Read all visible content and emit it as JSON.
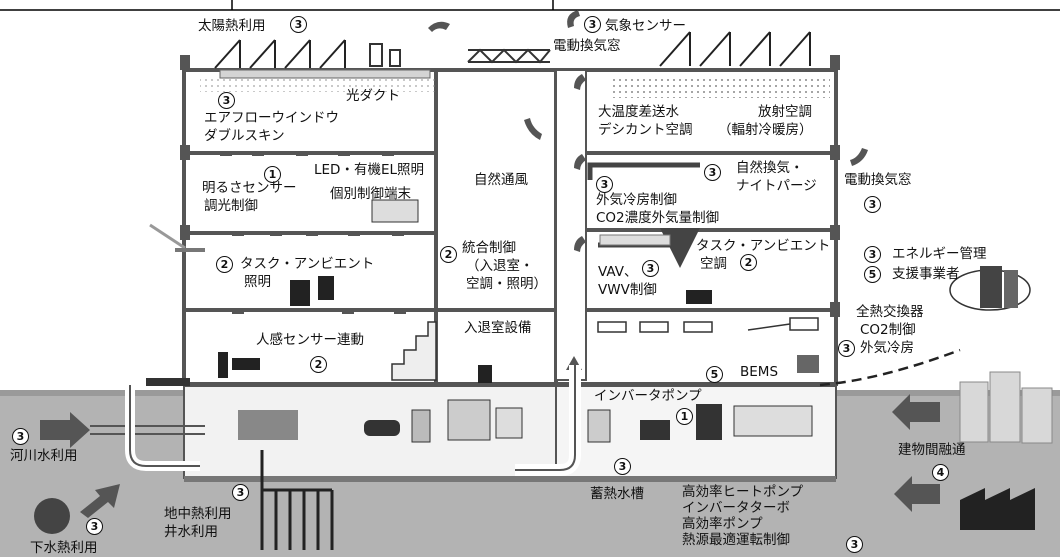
{
  "labels": {
    "solar_heat": "太陽熱利用",
    "weather_sensor": "気象センサー",
    "motor_window_top": "電動換気窓",
    "light_duct": "光ダクト",
    "airflow_window_1": "エアフローウインドウ",
    "airflow_window_2": "ダブルスキン",
    "large_temp_diff": "大温度差送水",
    "desiccant": "デシカント空調",
    "radiant_1": "放射空調",
    "radiant_2": "（輻射冷暖房）",
    "led": "LED・有機EL照明",
    "brightness_1": "明るさセンサー",
    "brightness_2": "調光制御",
    "individual": "個別制御端末",
    "natural_ventilation": "自然通風",
    "natural_exhaust_1": "自然換気・",
    "natural_exhaust_2": "ナイトパージ",
    "motor_window_right": "電動換気窓",
    "outdoor_cooling_ctrl": "外気冷房制御",
    "co2_ctrl": "CO2濃度外気量制御",
    "task_ambient_left_1": "タスク・アンビエント",
    "task_ambient_left_2": "照明",
    "integrated_1": "統合制御",
    "integrated_2": "（入退室・",
    "integrated_3": "空調・照明）",
    "task_ambient_right_1": "タスク・アンビエント",
    "task_ambient_right_2": "空調",
    "vav": "VAV、",
    "vwv": "VWV制御",
    "energy_mgmt_1": "エネルギー管理",
    "energy_mgmt_2": "支援事業者",
    "total_heat_ex": "全熱交換器",
    "co2_ctrl_2": "CO2制御",
    "outdoor_cooling": "外気冷房",
    "motion_sensor": "人感センサー連動",
    "entry_equipment": "入退室設備",
    "bems": "BEMS",
    "inverter_pump": "インバータポンプ",
    "river_water": "河川水利用",
    "sewage_heat": "下水熱利用",
    "inter_building": "建物間融通",
    "heat_storage": "蓄熱水槽",
    "geothermal_1": "地中熱利用",
    "geothermal_2": "井水利用",
    "hp_1": "高効率ヒートポンプ",
    "hp_2": "インバータターボ",
    "hp_3": "高効率ポンプ",
    "hp_4": "熱源最適運転制御"
  },
  "badges": {
    "solar": "3",
    "weather": "3",
    "airflow": "3",
    "led": "1",
    "natural_exhaust": "3",
    "outdoor_cooling": "3",
    "right_window": "3",
    "task_left": "2",
    "integrated": "2",
    "vav": "3",
    "task_right": "2",
    "energy_a": "3",
    "energy_b": "5",
    "motion": "2",
    "bems": "5",
    "outdoor_cooling_2": "3",
    "inverter": "1",
    "river": "3",
    "sewage": "3",
    "geothermal": "3",
    "storage": "3",
    "inter_building": "4",
    "heat_source": "3"
  },
  "colors": {
    "ground": "#b0b0b0",
    "ground_dark": "#8e8e8e",
    "structure": "#555555",
    "arrow": "#555555"
  }
}
